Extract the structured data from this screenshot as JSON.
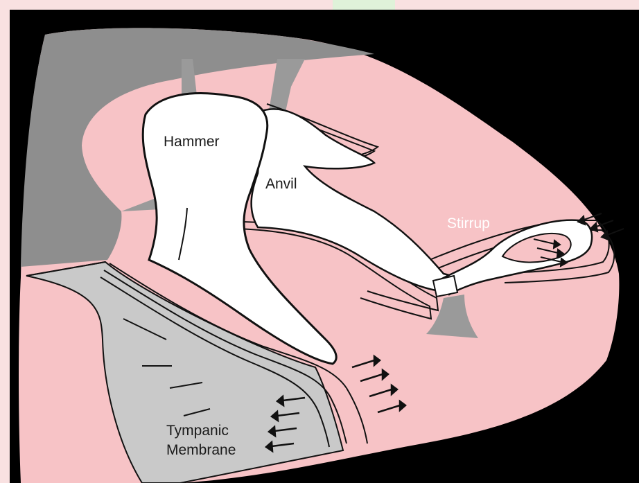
{
  "diagram": {
    "labels": {
      "hammer": "Hammer",
      "anvil": "Anvil",
      "stirrup": "Stirrup",
      "tympanic_line1": "Tympanic",
      "tympanic_line2": "Membrane"
    },
    "colors": {
      "frame": "#000000",
      "cavity": "#f7c3c6",
      "bone_fill": "#ffffff",
      "outline": "#111111",
      "gray_wall": "#8e8e8e",
      "membrane": "#c9c9c9",
      "ligament": "#9a9a9a",
      "sound_arrows": "#111111",
      "watermark_pink": "#f6d0d0",
      "watermark_green": "#d6efcf"
    },
    "icons": {
      "incoming_sound": "arrows-right-icon",
      "membrane_push": "arrows-left-icon",
      "outgoing_sound": "arrows-oval-window-icon"
    }
  }
}
